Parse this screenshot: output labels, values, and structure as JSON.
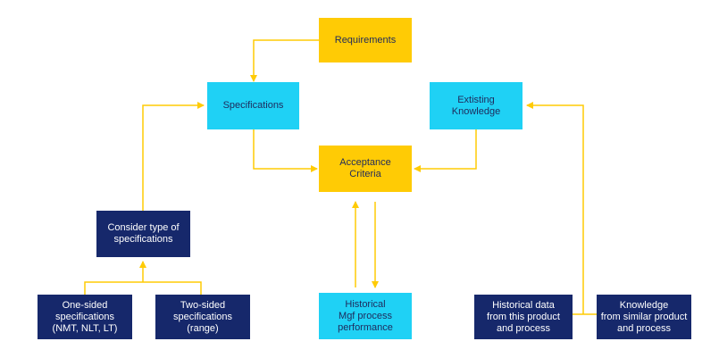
{
  "colors": {
    "yellow": "#ffcb05",
    "cyan": "#1fd1f5",
    "navy": "#16286b",
    "connector": "#ffcb05"
  },
  "nodes": {
    "requirements": "Requirements",
    "specifications": "Specifications",
    "existing_knowledge": "Extisting\nKnowledge",
    "acceptance_criteria": "Acceptance\nCriteria",
    "consider_type": "Consider type of\nspecifications",
    "one_sided": "One-sided\nspecifications\n(NMT, NLT, LT)",
    "two_sided": "Two-sided\nspecifications\n(range)",
    "historical_mgf": "Historical\nMgf process\nperformance",
    "historical_data": "Historical data\nfrom this product\nand process",
    "knowledge_similar": "Knowledge\nfrom similar product\nand process"
  }
}
